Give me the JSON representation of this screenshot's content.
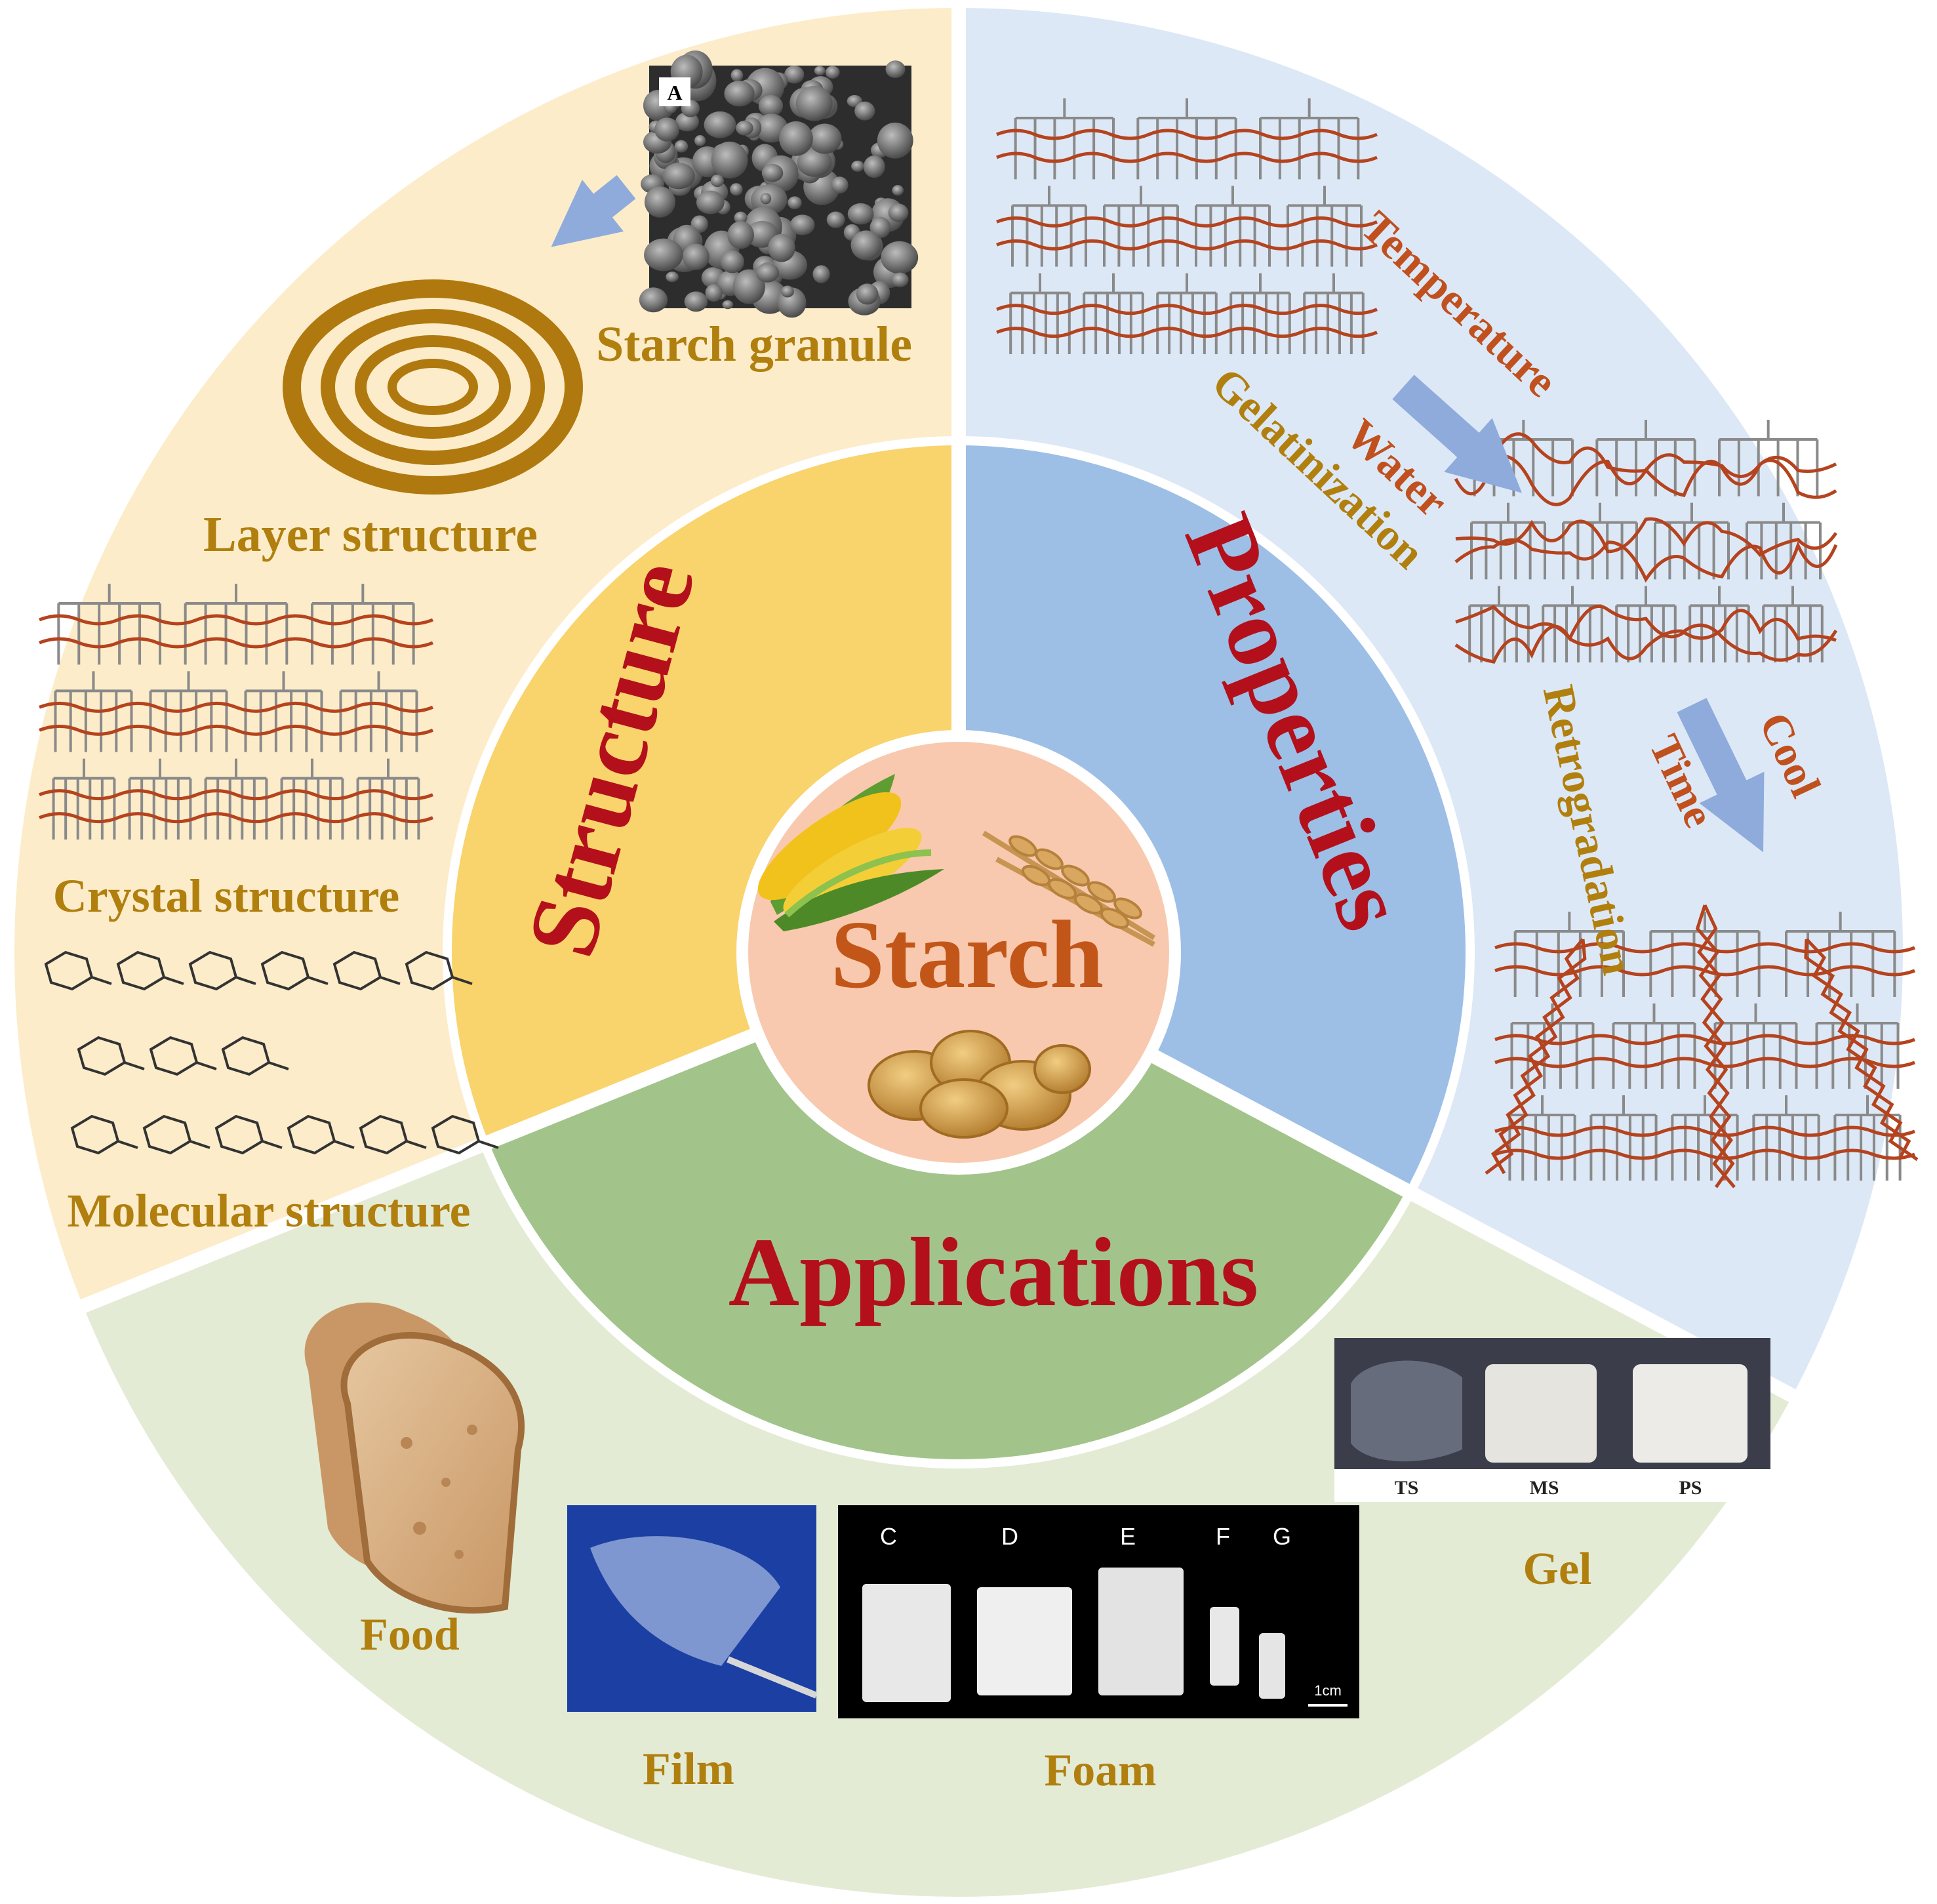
{
  "center": {
    "label": "Starch"
  },
  "sections": {
    "structure": {
      "label": "Structure"
    },
    "properties": {
      "label": "Properties"
    },
    "applications": {
      "label": "Applications"
    }
  },
  "structure_items": {
    "starch_granule": "Starch granule",
    "layer_structure": "Layer structure",
    "crystal_structure": "Crystal structure",
    "molecular_structure": "Molecular structure",
    "sem_panel_tag": "A"
  },
  "properties_items": {
    "temperature": "Temperature",
    "water": "Water",
    "gelatinization": "Gelatinization",
    "retrogradation": "Retrogradation",
    "cool": "Cool",
    "time": "Time"
  },
  "applications_items": {
    "food": "Food",
    "film": "Film",
    "foam": "Foam",
    "gel": "Gel",
    "gel_samples": [
      "TS",
      "MS",
      "PS"
    ],
    "foam_samples": [
      "C",
      "D",
      "E",
      "F",
      "G"
    ],
    "foam_scale": "1cm"
  },
  "colors": {
    "structure_outer": "#fcecc9",
    "structure_inner": "#f9d36b",
    "properties_outer": "#dde8f6",
    "properties_inner": "#9dbfe6",
    "applications_outer": "#e3ebd5",
    "applications_inner": "#a2c48b",
    "center": "#f8c9ae",
    "title_red": "#b3101c",
    "label_gold": "#b07f0e",
    "label_orange": "#c0501d",
    "center_text": "#c25619",
    "arrow_blue": "#8eabdc"
  }
}
